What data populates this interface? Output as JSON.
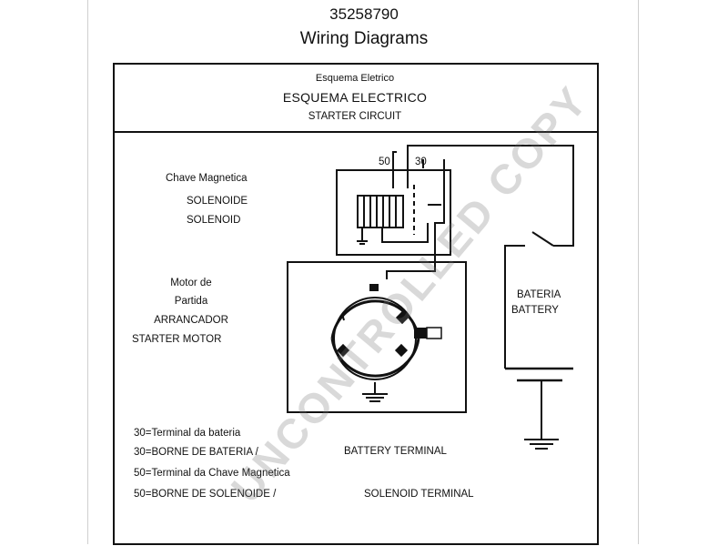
{
  "header": {
    "part_number": "35258790",
    "title": "Wiring Diagrams"
  },
  "box_header": {
    "line1": "Esquema Eletrico",
    "line2": "ESQUEMA ELECTRICO",
    "line3": "STARTER CIRCUIT"
  },
  "solenoid": {
    "label1": "Chave Magnetica",
    "label2": "SOLENOIDE",
    "label3": "SOLENOID",
    "terminal_50": "50",
    "terminal_30": "30"
  },
  "motor": {
    "label1": "Motor de",
    "label2": "Partida",
    "label3": "ARRANCADOR",
    "label4": "STARTER MOTOR"
  },
  "battery": {
    "label1": "BATERIA",
    "label2": "BATTERY"
  },
  "legend": {
    "line1": "30=Terminal da bateria",
    "line2": "30=BORNE DE BATERIA /",
    "line3": "50=Terminal da Chave Magnetica",
    "line4": "50=BORNE DE SOLENOIDE /",
    "battery_terminal": "BATTERY TERMINAL",
    "solenoid_terminal": "SOLENOID TERMINAL"
  },
  "watermark": "UNCONTROLLED COPY"
}
